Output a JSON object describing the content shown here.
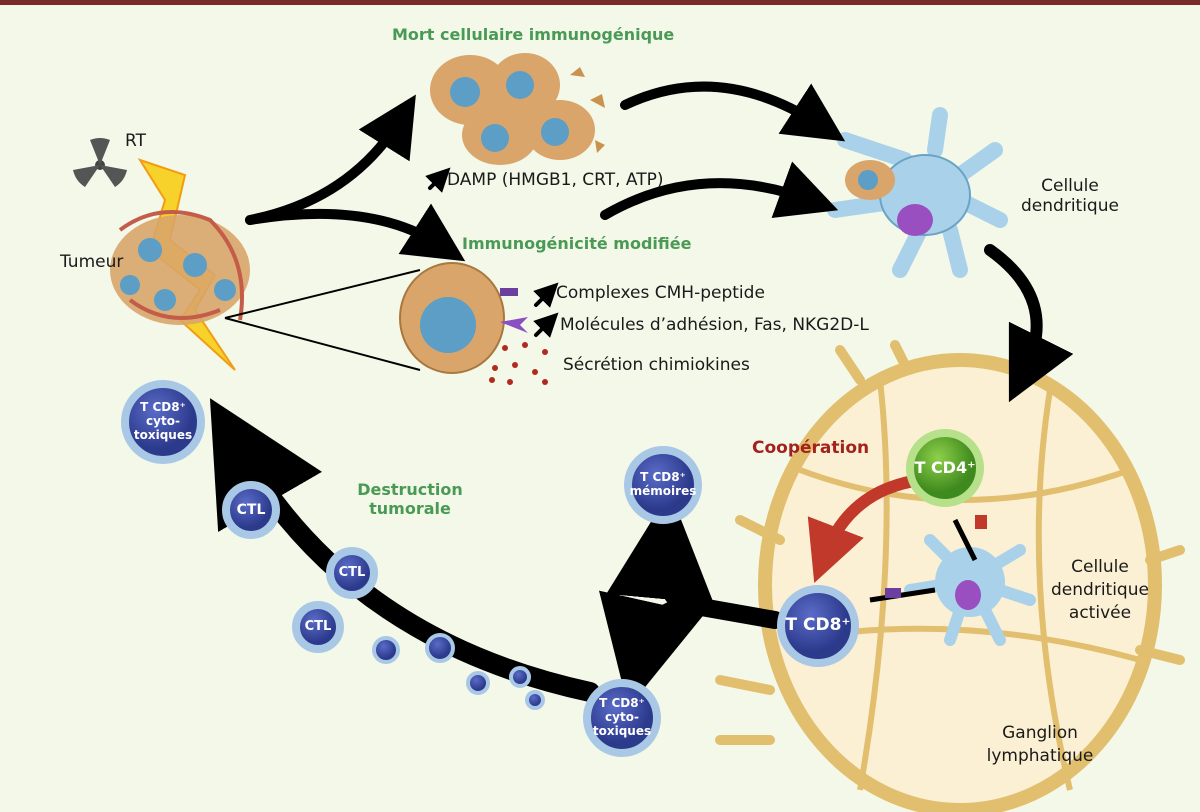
{
  "titles": {
    "icd": "Mort cellulaire immunogénique",
    "immunogenicity": "Immunogénicité modifiée",
    "destruction": [
      "Destruction",
      "tumorale"
    ],
    "cooperation": "Coopération"
  },
  "labels": {
    "rt": "RT",
    "tumor": "Tumeur",
    "damp": "DAMP (HMGB1, CRT, ATP)",
    "mhc": "Complexes CMH-peptide",
    "adhesion": "Molécules d’adhésion, Fas, NKG2D-L",
    "chemokines": "Sécrétion chimiokines",
    "dendritic": [
      "Cellule",
      "dendritique"
    ],
    "dendritic_activated": [
      "Cellule",
      "dendritique",
      "activée"
    ],
    "lymph_node": [
      "Ganglion",
      "lymphatique"
    ]
  },
  "cells": {
    "cd8_cyto_top": [
      "T CD8⁺",
      "cyto-",
      "toxiques"
    ],
    "cd8_cyto_bottom": [
      "T CD8⁺",
      "cyto-",
      "toxiques"
    ],
    "cd8_memory": [
      "T CD8⁺",
      "mémoires"
    ],
    "cd8_node": "T CD8⁺",
    "cd4": "T CD4⁺",
    "ctl": "CTL"
  },
  "colors": {
    "border": "#7a2a2a",
    "title_green": "#4a9a55",
    "cooperation_red": "#a3221e",
    "t_cell": "#3d4fa8",
    "t_cd4": "#5aaa2e",
    "lymph_node": "#e9c77a"
  }
}
